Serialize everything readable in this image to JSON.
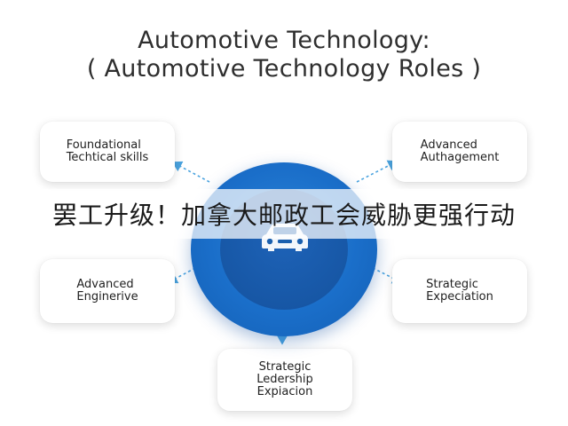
{
  "title": {
    "line1": "Automotive Technology:",
    "line2": "( Automotive Technology Roles )"
  },
  "nodes": {
    "top_left": "Foundational\nTechtical skills",
    "top_right": "Advanced\nAuthagement",
    "mid_left": "Advanced\nEnginerive",
    "mid_right": "Strategic\nExpeciation",
    "bottom": "Strategic\nLedership\nExpiacion"
  },
  "hub": {
    "icon": "car-icon"
  },
  "overlay": {
    "caption": "罢工升级！加拿大邮政工会威胁更强行动"
  },
  "colors": {
    "hub_blue": "#1a6ec9",
    "hub_inner": "#14529e",
    "connector": "#4aa3df"
  }
}
